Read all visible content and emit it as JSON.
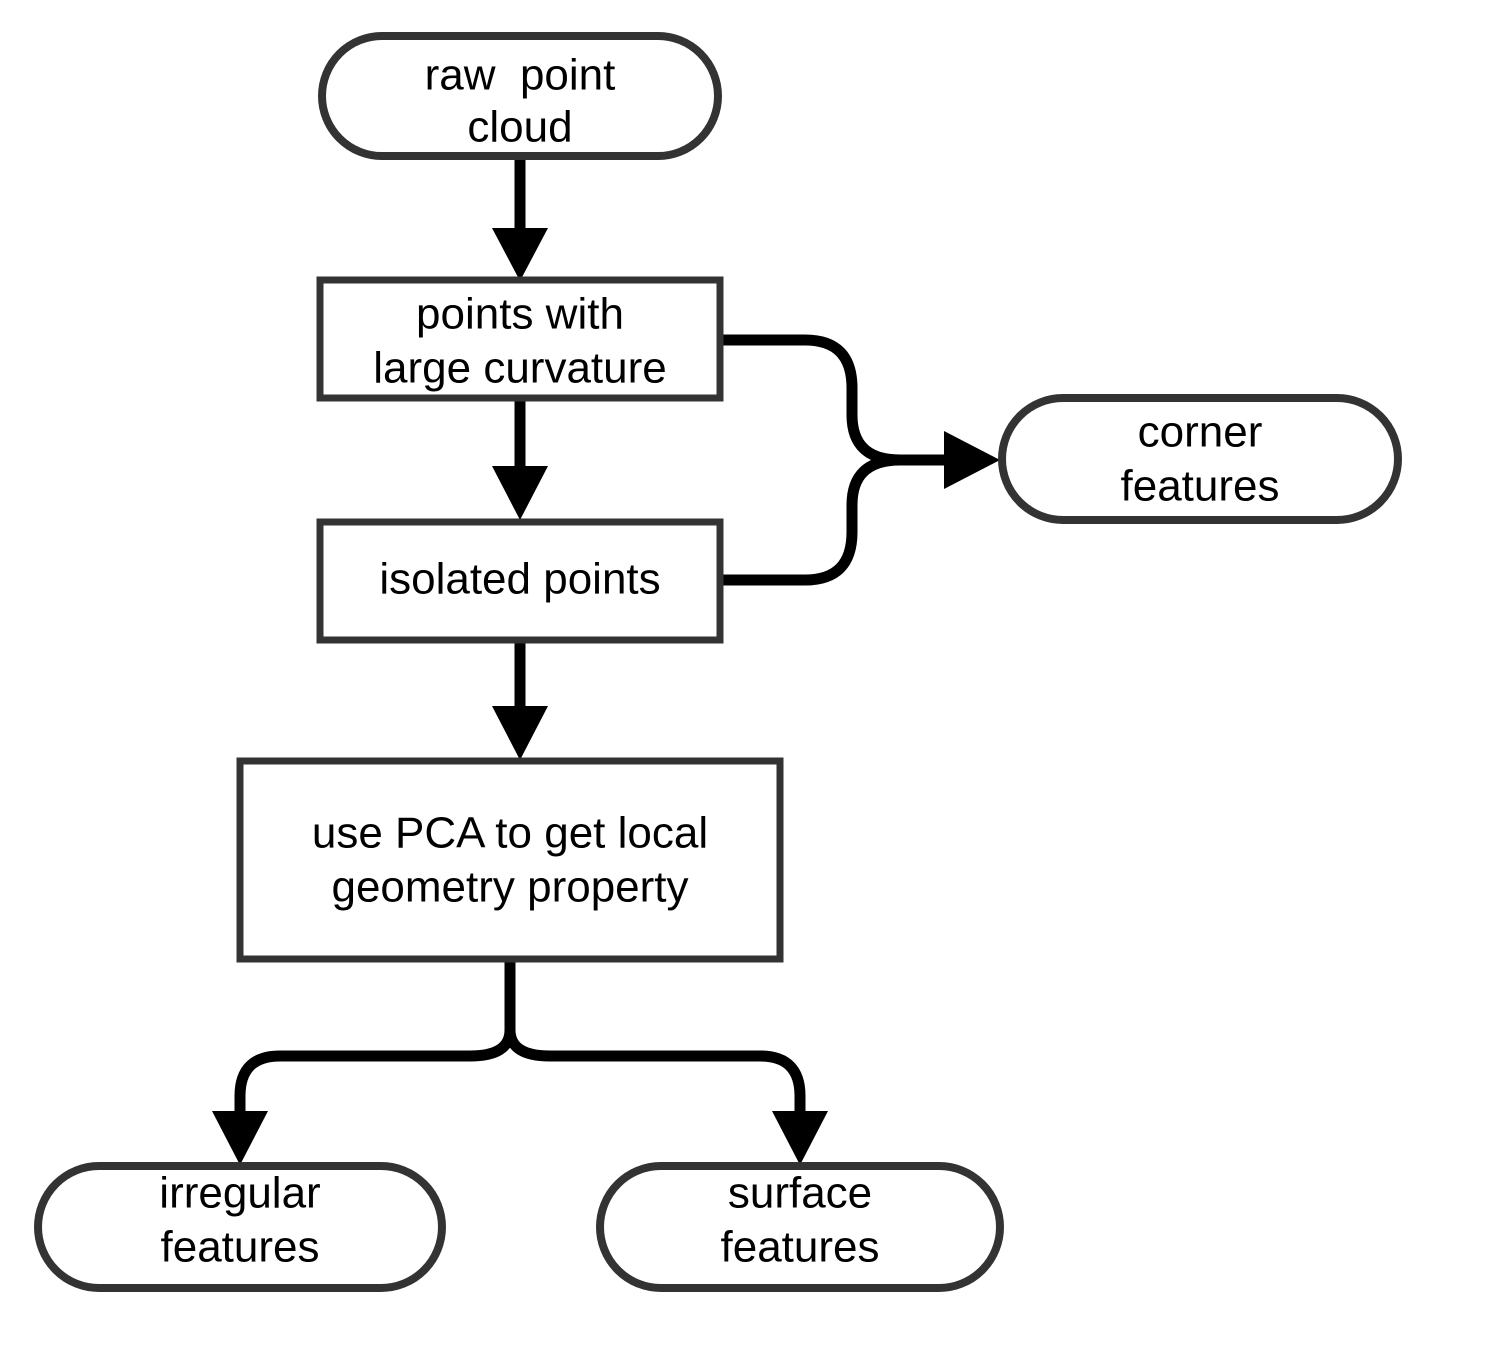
{
  "diagram": {
    "title": "point cloud feature extraction flowchart",
    "background_color": "#ffffff",
    "node_border_color": "#333333",
    "edge_color": "#000000",
    "text_color": "#000000"
  },
  "nodes": {
    "raw_point_cloud": {
      "shape": "stadium",
      "line1": "raw  point",
      "line2": "cloud"
    },
    "points_with_large_curvature": {
      "shape": "rectangle",
      "line1": "points with",
      "line2": "large curvature"
    },
    "isolated_points": {
      "shape": "rectangle",
      "line1": "isolated points",
      "line2": ""
    },
    "corner_features": {
      "shape": "stadium",
      "line1": "corner",
      "line2": "features"
    },
    "use_pca": {
      "shape": "rectangle",
      "line1": "use PCA to get local",
      "line2": "geometry property"
    },
    "irregular_features": {
      "shape": "stadium",
      "line1": "irregular",
      "line2": "features"
    },
    "surface_features": {
      "shape": "stadium",
      "line1": "surface",
      "line2": "features"
    }
  },
  "edges": [
    {
      "id": "raw-to-curvature",
      "from": "raw_point_cloud",
      "to": "points_with_large_curvature",
      "arrow": true
    },
    {
      "id": "curvature-to-isolated",
      "from": "points_with_large_curvature",
      "to": "isolated_points",
      "arrow": true
    },
    {
      "id": "curvature-to-corner",
      "from": "points_with_large_curvature",
      "to": "corner_features",
      "arrow": true
    },
    {
      "id": "isolated-to-corner",
      "from": "isolated_points",
      "to": "corner_features",
      "arrow": true
    },
    {
      "id": "isolated-to-pca",
      "from": "isolated_points",
      "to": "use_pca",
      "arrow": true
    },
    {
      "id": "pca-to-irregular",
      "from": "use_pca",
      "to": "irregular_features",
      "arrow": true
    },
    {
      "id": "pca-to-surface",
      "from": "use_pca",
      "to": "surface_features",
      "arrow": true
    }
  ]
}
